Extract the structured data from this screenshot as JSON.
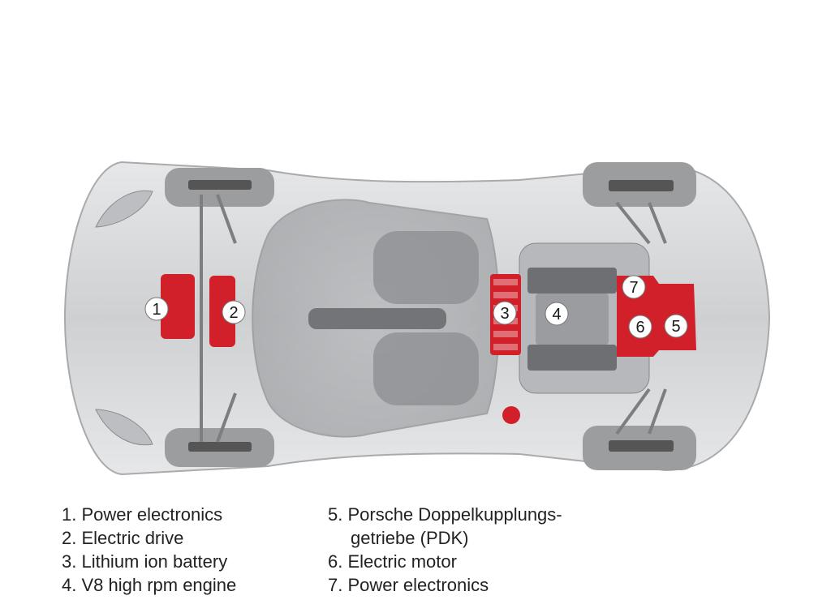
{
  "markers": [
    "1",
    "2",
    "3",
    "4",
    "5",
    "6",
    "7"
  ],
  "legend": {
    "left": [
      "1. Power electronics",
      "2. Electric drive",
      "3. Lithium ion battery",
      "4. V8 high rpm engine"
    ],
    "right": [
      "5. Porsche Doppelkupplungs-",
      "getriebe (PDK)",
      "6. Electric motor",
      "7. Power electronics"
    ]
  },
  "colors": {
    "body": "#d4d5d7",
    "component_red": "#d2202a",
    "tire": "#9a9b9d"
  }
}
